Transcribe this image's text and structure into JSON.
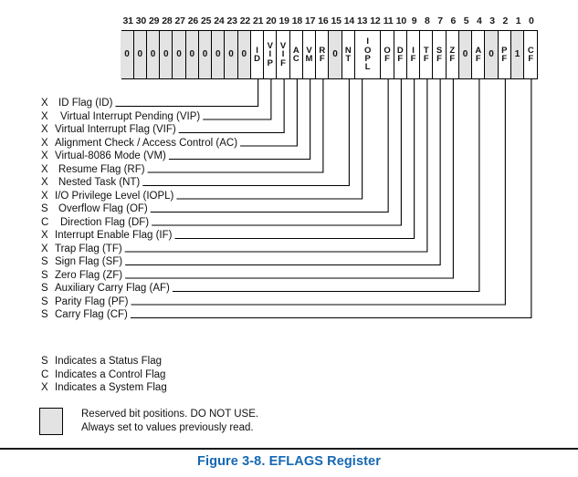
{
  "figure": {
    "caption": "Figure 3-8.  EFLAGS Register",
    "caption_color": "#1668b3"
  },
  "register": {
    "name": "EFLAGS",
    "width_bits": 32,
    "reserved_fill": "#e3e3e3",
    "bit_numbers": [
      "31",
      "30",
      "29",
      "28",
      "27",
      "26",
      "25",
      "24",
      "23",
      "22",
      "21",
      "20",
      "19",
      "18",
      "17",
      "16",
      "15",
      "14",
      "13",
      "12",
      "11",
      "10",
      "9",
      "8",
      "7",
      "6",
      "5",
      "4",
      "3",
      "2",
      "1",
      "0"
    ],
    "cells": [
      {
        "label": "0",
        "bits": [
          31,
          31
        ],
        "span": 1,
        "reserved": true,
        "numeric": true
      },
      {
        "label": "0",
        "bits": [
          30,
          30
        ],
        "span": 1,
        "reserved": true,
        "numeric": true
      },
      {
        "label": "0",
        "bits": [
          29,
          29
        ],
        "span": 1,
        "reserved": true,
        "numeric": true
      },
      {
        "label": "0",
        "bits": [
          28,
          28
        ],
        "span": 1,
        "reserved": true,
        "numeric": true
      },
      {
        "label": "0",
        "bits": [
          27,
          27
        ],
        "span": 1,
        "reserved": true,
        "numeric": true
      },
      {
        "label": "0",
        "bits": [
          26,
          26
        ],
        "span": 1,
        "reserved": true,
        "numeric": true
      },
      {
        "label": "0",
        "bits": [
          25,
          25
        ],
        "span": 1,
        "reserved": true,
        "numeric": true
      },
      {
        "label": "0",
        "bits": [
          24,
          24
        ],
        "span": 1,
        "reserved": true,
        "numeric": true
      },
      {
        "label": "0",
        "bits": [
          23,
          23
        ],
        "span": 1,
        "reserved": true,
        "numeric": true
      },
      {
        "label": "0",
        "bits": [
          22,
          22
        ],
        "span": 1,
        "reserved": true,
        "numeric": true
      },
      {
        "label": "I\nD",
        "bits": [
          21,
          21
        ],
        "span": 1,
        "reserved": false,
        "numeric": false
      },
      {
        "label": "V\nI\nP",
        "bits": [
          20,
          20
        ],
        "span": 1,
        "reserved": false,
        "numeric": false
      },
      {
        "label": "V\nI\nF",
        "bits": [
          19,
          19
        ],
        "span": 1,
        "reserved": false,
        "numeric": false
      },
      {
        "label": "A\nC",
        "bits": [
          18,
          18
        ],
        "span": 1,
        "reserved": false,
        "numeric": false
      },
      {
        "label": "V\nM",
        "bits": [
          17,
          17
        ],
        "span": 1,
        "reserved": false,
        "numeric": false
      },
      {
        "label": "R\nF",
        "bits": [
          16,
          16
        ],
        "span": 1,
        "reserved": false,
        "numeric": false
      },
      {
        "label": "0",
        "bits": [
          15,
          15
        ],
        "span": 1,
        "reserved": true,
        "numeric": true
      },
      {
        "label": "N\nT",
        "bits": [
          14,
          14
        ],
        "span": 1,
        "reserved": false,
        "numeric": false
      },
      {
        "label": "I\nO\nP\nL",
        "bits": [
          13,
          12
        ],
        "span": 2,
        "reserved": false,
        "numeric": false
      },
      {
        "label": "O\nF",
        "bits": [
          11,
          11
        ],
        "span": 1,
        "reserved": false,
        "numeric": false
      },
      {
        "label": "D\nF",
        "bits": [
          10,
          10
        ],
        "span": 1,
        "reserved": false,
        "numeric": false
      },
      {
        "label": "I\nF",
        "bits": [
          9,
          9
        ],
        "span": 1,
        "reserved": false,
        "numeric": false
      },
      {
        "label": "T\nF",
        "bits": [
          8,
          8
        ],
        "span": 1,
        "reserved": false,
        "numeric": false
      },
      {
        "label": "S\nF",
        "bits": [
          7,
          7
        ],
        "span": 1,
        "reserved": false,
        "numeric": false
      },
      {
        "label": "Z\nF",
        "bits": [
          6,
          6
        ],
        "span": 1,
        "reserved": false,
        "numeric": false
      },
      {
        "label": "0",
        "bits": [
          5,
          5
        ],
        "span": 1,
        "reserved": true,
        "numeric": true
      },
      {
        "label": "A\nF",
        "bits": [
          4,
          4
        ],
        "span": 1,
        "reserved": false,
        "numeric": false
      },
      {
        "label": "0",
        "bits": [
          3,
          3
        ],
        "span": 1,
        "reserved": true,
        "numeric": true
      },
      {
        "label": "P\nF",
        "bits": [
          2,
          2
        ],
        "span": 1,
        "reserved": false,
        "numeric": false
      },
      {
        "label": "1",
        "bits": [
          1,
          1
        ],
        "span": 1,
        "reserved": true,
        "numeric": true
      },
      {
        "label": "C\nF",
        "bits": [
          0,
          0
        ],
        "span": 1,
        "reserved": false,
        "numeric": false
      }
    ]
  },
  "flags": [
    {
      "kind": "X",
      "text": "ID Flag (ID)",
      "bit": 21,
      "indent": 19
    },
    {
      "kind": "X",
      "text": "Virtual Interrupt Pending (VIP)",
      "bit": 20,
      "indent": 21
    },
    {
      "kind": "X",
      "text": "Virtual Interrupt Flag (VIF)",
      "bit": 19,
      "indent": 15
    },
    {
      "kind": "X",
      "text": "Alignment Check / Access Control (AC)",
      "bit": 18,
      "indent": 15
    },
    {
      "kind": "X",
      "text": "Virtual-8086 Mode (VM)",
      "bit": 17,
      "indent": 15
    },
    {
      "kind": "X",
      "text": "Resume Flag (RF)",
      "bit": 16,
      "indent": 19
    },
    {
      "kind": "X",
      "text": "Nested Task (NT)",
      "bit": 14,
      "indent": 19
    },
    {
      "kind": "X",
      "text": "I/O Privilege Level (IOPL)",
      "bit": 13,
      "indent": 15
    },
    {
      "kind": "S",
      "text": "Overflow Flag (OF)",
      "bit": 11,
      "indent": 19
    },
    {
      "kind": "C",
      "text": "Direction Flag (DF)",
      "bit": 10,
      "indent": 21
    },
    {
      "kind": "X",
      "text": "Interrupt Enable Flag (IF)",
      "bit": 9,
      "indent": 15
    },
    {
      "kind": "X",
      "text": "Trap Flag (TF)",
      "bit": 8,
      "indent": 15
    },
    {
      "kind": "S",
      "text": "Sign Flag (SF)",
      "bit": 7,
      "indent": 15
    },
    {
      "kind": "S",
      "text": "Zero Flag (ZF)",
      "bit": 6,
      "indent": 15
    },
    {
      "kind": "S",
      "text": "Auxiliary Carry Flag (AF)",
      "bit": 4,
      "indent": 15
    },
    {
      "kind": "S",
      "text": "Parity Flag (PF)",
      "bit": 2,
      "indent": 15
    },
    {
      "kind": "S",
      "text": "Carry Flag (CF)",
      "bit": 0,
      "indent": 15
    }
  ],
  "legend": [
    {
      "kind": "S",
      "text": "Indicates a Status Flag"
    },
    {
      "kind": "C",
      "text": "Indicates a Control Flag"
    },
    {
      "kind": "X",
      "text": "Indicates a System Flag"
    }
  ],
  "reserved_note": {
    "line1": "Reserved bit positions. DO NOT USE.",
    "line2": "Always set to values previously read."
  }
}
